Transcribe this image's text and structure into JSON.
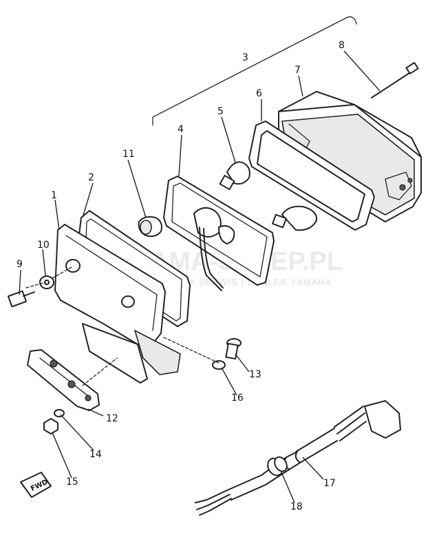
{
  "diagram": {
    "labels": {
      "p1": "1",
      "p2": "2",
      "p3": "3",
      "p4": "4",
      "p5": "5",
      "p6": "6",
      "p7": "7",
      "p8": "8",
      "p9": "9",
      "p10": "10",
      "p11": "11",
      "p12": "12",
      "p13": "13",
      "p14": "14",
      "p15": "15",
      "p16": "16",
      "p17": "17",
      "p18": "18"
    },
    "watermark": {
      "title": "YAMA-SKLEP.PL",
      "subtitle": "OFICJALNY SERWIS I DEALER YAMAHA"
    },
    "fwd_mark": "FWD"
  }
}
